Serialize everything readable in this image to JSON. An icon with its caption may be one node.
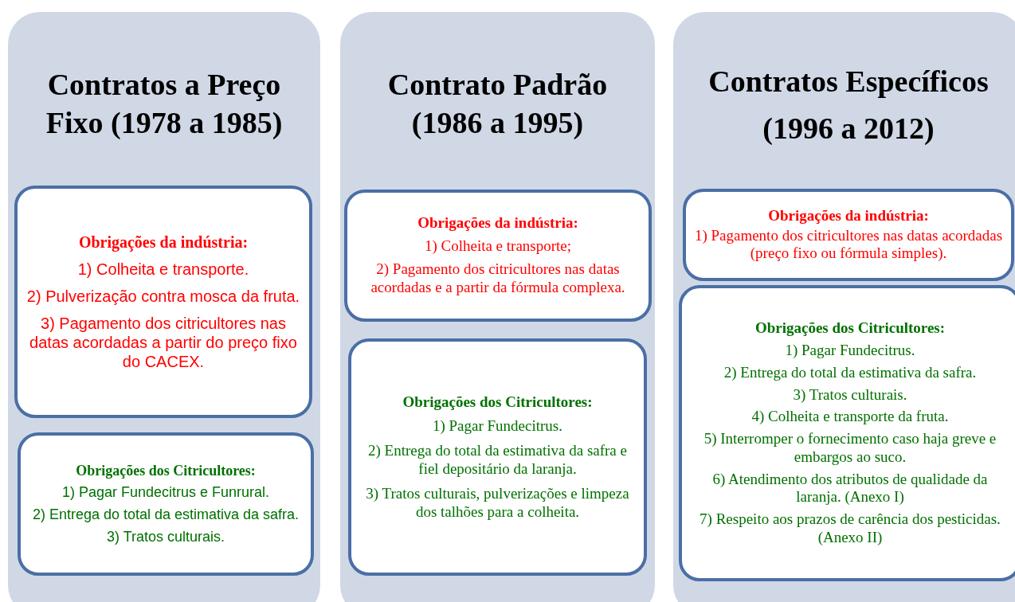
{
  "diagram": {
    "nodes": [
      {
        "text": [
          "Contratos a Preço Fixo (1978 a 1985)"
        ]
      },
      {
        "text": [
          "**Obrigações da indústria**:",
          "1) Colheita e transporte.",
          "2) Pulverização contra mosca da fruta.",
          "3) Pagamento dos citricultores nas datas acordadas a partir do preço fixo do CACEX."
        ],
        "in": 0
      },
      {
        "text": [
          "Obrigações dos Citricultores:",
          "1) Pagar Fundecitrus e Funrural.",
          "2) Entrega do total da estimativa da safra.",
          "3) Tratos culturais."
        ],
        "in": 0
      },
      {
        "text": [
          "Contrato Padrão (1986 a 1995)"
        ]
      },
      {
        "text": [
          "**Obrigações da indústria**:",
          "1) Colheita e transporte;",
          "2) Pagamento dos citricultores nas datas acordadas e a partir da fórmula complexa."
        ],
        "in": 3
      },
      {
        "text": [
          "Obrigações dos Citricultores:",
          "1) Pagar Fundecitrus.",
          "2) Entrega do total da estimativa da safra e fiel depositário da laranja.",
          "3) Tratos culturais, pulverizações e limpeza dos talhões para a colheita."
        ],
        "in": 3
      },
      {
        "text": [
          "Contratos Específicos (1996 a 2012)"
        ]
      },
      {
        "text": [
          "Obrigações da indústria:",
          "1) Pagamento dos citricultores nas datas acordadas (preço fixo ou fórmula simples)."
        ],
        "in": 6
      },
      {
        "text": [
          "**Obrigações dos Citricultores**:",
          "1) Pagar Fundecitrus.",
          "2) Entrega do total da estimativa da safra.",
          "3) Tratos culturais.",
          "4) Colheita e transporte da fruta.",
          "5) Interromper o fornecimento caso haja greve e embargos ao suco.",
          "6) Atendimento dos atributos de qualidade da laranja. (Anexo I)",
          "7) Respeito aos prazos de carência dos pesticidas. (Anexo II)"
        ],
        "in": 6
      }
    ],
    "edges": []
  }
}
